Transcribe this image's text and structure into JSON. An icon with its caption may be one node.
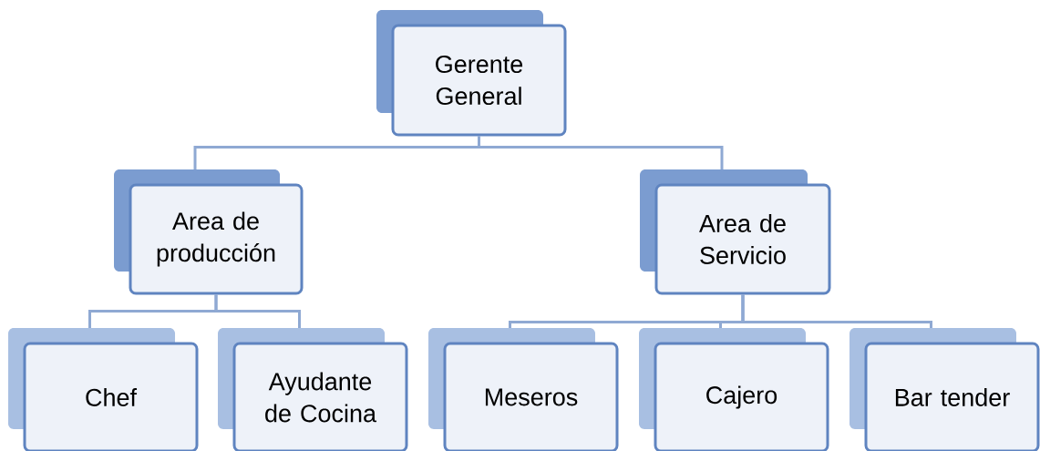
{
  "diagram": {
    "nodes": [
      {
        "text": [
          "Gerente General"
        ]
      },
      {
        "text": [
          "Area de producción"
        ]
      },
      {
        "text": [
          "Area de Servicio"
        ]
      },
      {
        "text": [
          "Chef"
        ]
      },
      {
        "text": [
          "Ayudante de Cocina"
        ]
      },
      {
        "text": [
          "Meseros"
        ]
      },
      {
        "text": [
          "Cajero"
        ]
      },
      {
        "text": [
          "Bar tender"
        ]
      }
    ],
    "edges": [
      {
        "from": 0,
        "to": 1,
        "arrow": "none"
      },
      {
        "from": 0,
        "to": 2,
        "arrow": "none"
      },
      {
        "from": 1,
        "to": 3,
        "arrow": "none"
      },
      {
        "from": 1,
        "to": 4,
        "arrow": "none"
      },
      {
        "from": 2,
        "to": 5,
        "arrow": "none"
      },
      {
        "from": 2,
        "to": 6,
        "arrow": "none"
      },
      {
        "from": 2,
        "to": 7,
        "arrow": "none"
      }
    ]
  }
}
